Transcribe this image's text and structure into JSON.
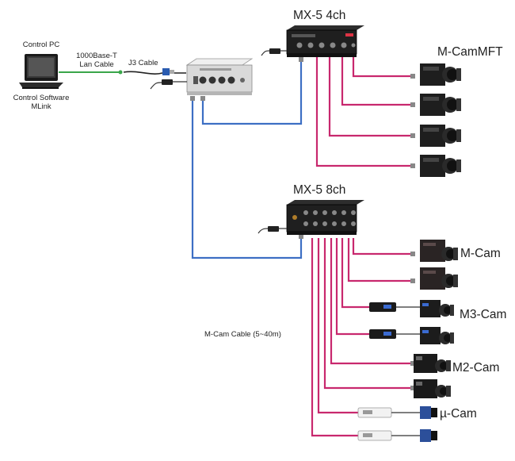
{
  "labels": {
    "control_pc": "Control PC",
    "lan_cable_line1": "1000Base-T",
    "lan_cable_line2": "Lan Cable",
    "j3_cable": "J3 Cable",
    "software_line1": "Control Software",
    "software_line2": "MLink",
    "mx5_4ch": "MX-5 4ch",
    "mx5_8ch": "MX-5 8ch",
    "mcam_mft": "M-CamMFT",
    "mcam": "M-Cam",
    "m3cam": "M3-Cam",
    "m2cam": "M2-Cam",
    "ucam": "µ-Cam",
    "mcam_cable": "M-Cam Cable (5~40m)"
  },
  "colors": {
    "lan_cable": "#3aa64a",
    "network_cable": "#3d6fc4",
    "camera_cable": "#c8286e",
    "device_dark": "#1f1f1f",
    "device_silver": "#d9d9d9"
  }
}
